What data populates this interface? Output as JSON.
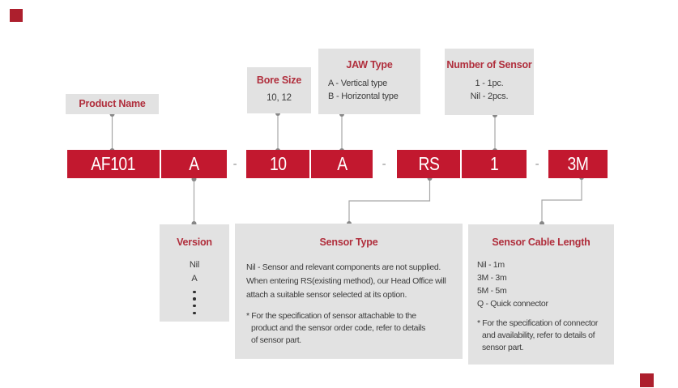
{
  "colors": {
    "code_box_red": "#c2182f",
    "title_red": "#b02e3c",
    "label_gray": "#e2e2e2",
    "body_text": "#3c3c3c",
    "connector_gray": "#a6a6a6",
    "corner_mark_red": "#ad1f2d"
  },
  "top_labels": {
    "product_name": {
      "title": "Product Name"
    },
    "bore_size": {
      "title": "Bore Size",
      "value": "10, 12"
    },
    "jaw_type": {
      "title": "JAW Type",
      "options": [
        "A - Vertical type",
        "B - Horizontal type"
      ]
    },
    "number_of_sensor": {
      "title": "Number of Sensor",
      "options": [
        "1 - 1pc.",
        "Nil - 2pcs."
      ]
    }
  },
  "code_row": {
    "codes": [
      "AF101",
      "A",
      "10",
      "A",
      "RS",
      "1",
      "3M"
    ],
    "separator": "-"
  },
  "bottom_labels": {
    "version": {
      "title": "Version",
      "options": [
        "Nil",
        "A"
      ]
    },
    "sensor_type": {
      "title": "Sensor Type",
      "body": [
        "Nil - Sensor and relevant components are not supplied.",
        "When entering RS(existing method), our Head Office will",
        "attach a suitable sensor selected at its option."
      ],
      "note": [
        "* For the specification of sensor attachable to the",
        "product and the sensor order code, refer to details",
        "of sensor part."
      ]
    },
    "sensor_cable_length": {
      "title": "Sensor Cable Length",
      "options": [
        "Nil - 1m",
        "3M - 3m",
        "5M - 5m",
        "Q - Quick connector"
      ],
      "note": [
        "* For the specification of connector",
        "and availability, refer to details of",
        "sensor part."
      ]
    }
  }
}
